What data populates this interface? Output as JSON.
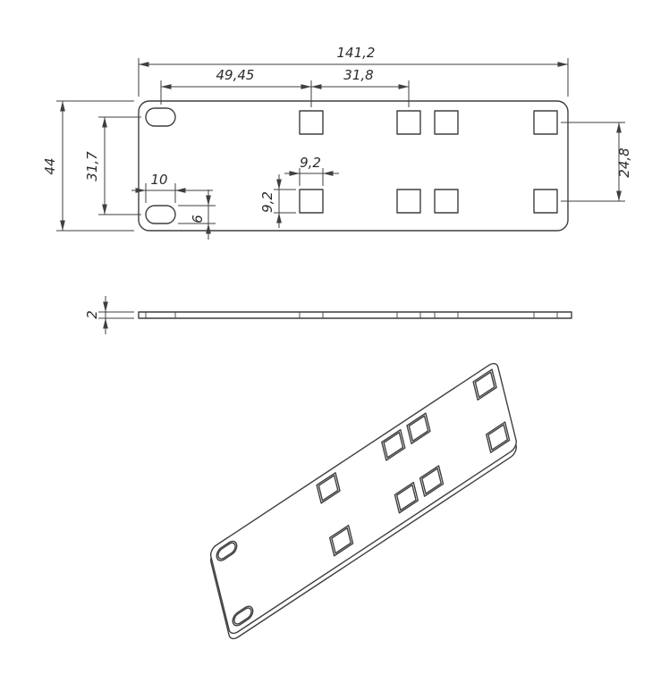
{
  "drawing": {
    "background_color": "#ffffff",
    "line_color": "#3f3f3f",
    "top_view": {
      "dim_overall_length": "141,2",
      "dim_slot_to_first_hole": "49,45",
      "dim_first_to_second_hole": "31,8",
      "dim_overall_height": "44",
      "dim_slot_center_spacing": "31,7",
      "dim_slot_length": "10",
      "dim_slot_height": "6",
      "dim_hole_width": "9,2",
      "dim_hole_height": "9,2",
      "dim_hole_row_spacing": "24,8"
    },
    "side_view": {
      "dim_thickness": "2"
    }
  }
}
